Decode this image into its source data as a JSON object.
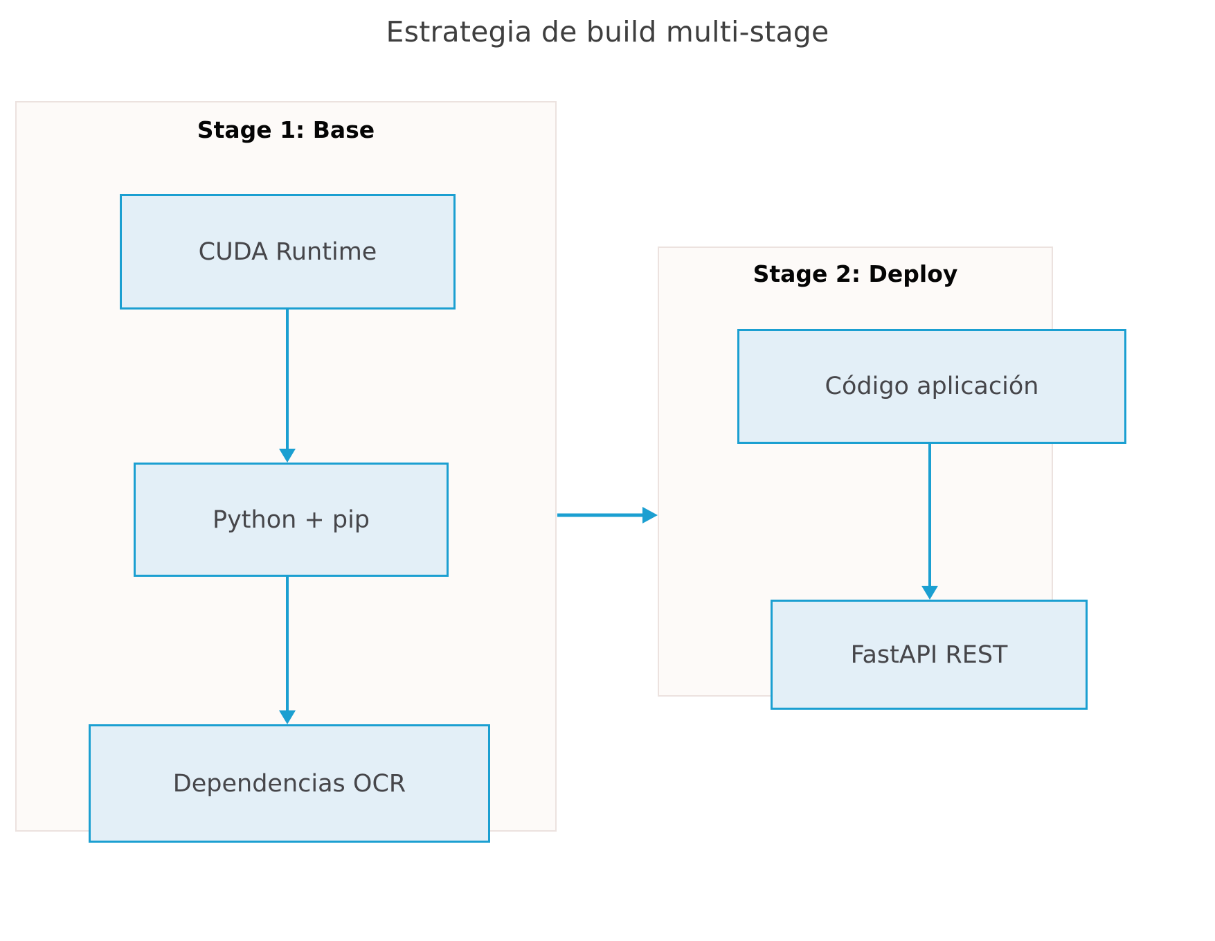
{
  "diagram": {
    "title": "Estrategia de build multi-stage",
    "type": "flowchart",
    "background_color": "#ffffff",
    "title_color": "#3f3f3f",
    "accent_color": "#1b9fd1",
    "node_fill_color": "#e3eff7",
    "cluster_fill_color": "#fdfaf8",
    "cluster_border_color": "#ece2df"
  },
  "clusters": [
    {
      "id": "stage1",
      "label": "Stage 1: Base",
      "nodes": [
        "cuda-runtime",
        "python-pip",
        "dependencias-ocr"
      ]
    },
    {
      "id": "stage2",
      "label": "Stage 2: Deploy",
      "nodes": [
        "codigo-aplicacion",
        "fastapi-rest"
      ]
    }
  ],
  "nodes": [
    {
      "id": "cuda-runtime",
      "label": "CUDA Runtime",
      "cluster": "stage1"
    },
    {
      "id": "python-pip",
      "label": "Python + pip",
      "cluster": "stage1"
    },
    {
      "id": "dependencias-ocr",
      "label": "Dependencias OCR",
      "cluster": "stage1"
    },
    {
      "id": "codigo-aplicacion",
      "label": "Código aplicación",
      "cluster": "stage2"
    },
    {
      "id": "fastapi-rest",
      "label": "FastAPI REST",
      "cluster": "stage2"
    }
  ],
  "edges": [
    {
      "id": "edge-cuda-to-python",
      "from": "cuda-runtime",
      "to": "python-pip",
      "label": "",
      "direction": "down"
    },
    {
      "id": "edge-python-to-deps",
      "from": "python-pip",
      "to": "dependencias-ocr",
      "label": "",
      "direction": "down"
    },
    {
      "id": "edge-stage1-to-stage2",
      "from": "python-pip",
      "to": "codigo-aplicacion",
      "label": "",
      "direction": "right"
    },
    {
      "id": "edge-codigo-to-fastapi",
      "from": "codigo-aplicacion",
      "to": "fastapi-rest",
      "label": "",
      "direction": "down"
    }
  ]
}
